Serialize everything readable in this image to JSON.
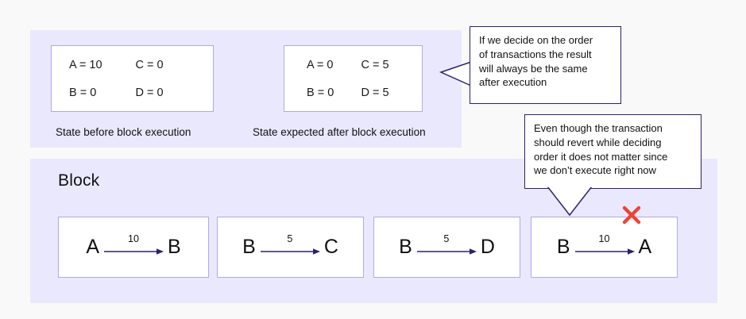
{
  "diagram": {
    "title": "Block transaction ordering diagram",
    "colors": {
      "panel_background": "#eae8fc",
      "box_border": "#b0a8ec",
      "callout_border": "#2f2168",
      "arrow": "#2f2168",
      "revert_mark": "#ef4230",
      "page_background": "#f9f9f9",
      "text": "#111111"
    }
  },
  "states": {
    "before": {
      "caption": "State before block execution",
      "cells": [
        "A = 10",
        "C = 0",
        "B = 0",
        "D = 0"
      ]
    },
    "after": {
      "caption": "State expected after block execution",
      "cells": [
        "A = 0",
        "C = 5",
        "B = 0",
        "D = 5"
      ]
    }
  },
  "block": {
    "title": "Block",
    "transactions": [
      {
        "from": "A",
        "amount": "10",
        "to": "B",
        "reverts": false
      },
      {
        "from": "B",
        "amount": "5",
        "to": "C",
        "reverts": false
      },
      {
        "from": "B",
        "amount": "5",
        "to": "D",
        "reverts": false
      },
      {
        "from": "B",
        "amount": "10",
        "to": "A",
        "reverts": true
      }
    ],
    "revert_icon": "red-x-icon"
  },
  "callouts": [
    {
      "id": "callout-order-result",
      "tail_direction": "left",
      "lines": [
        "If we decide on the order",
        "of transactions the result",
        "will always be the same",
        "after execution"
      ]
    },
    {
      "id": "callout-revert-note",
      "tail_direction": "down",
      "lines": [
        "Even though the transaction",
        "should revert while deciding",
        "order it does not matter since",
        "we don’t execute right now"
      ]
    }
  ]
}
